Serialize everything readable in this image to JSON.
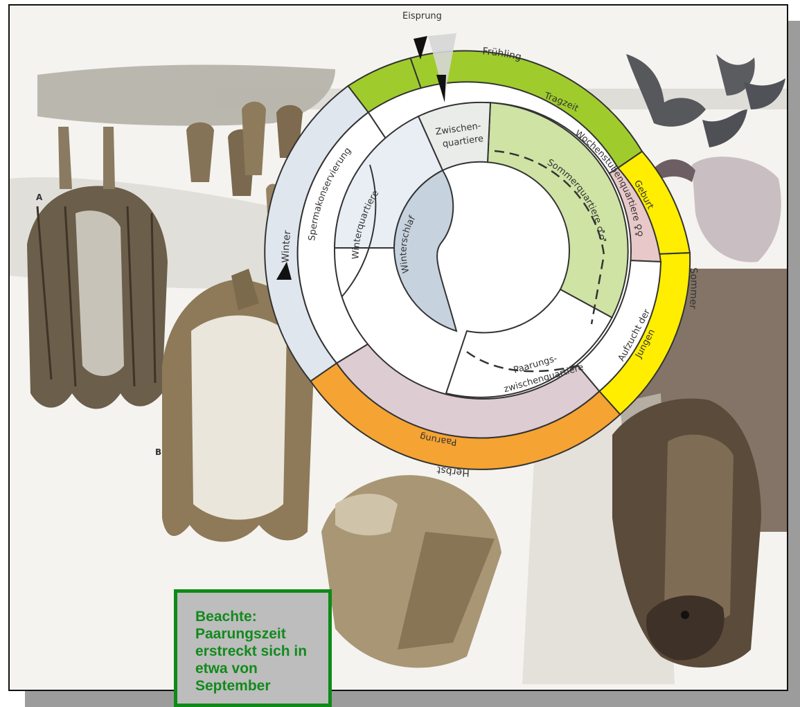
{
  "labels": {
    "ovulation": "Eisprung",
    "letter_a": "A",
    "letter_b": "B"
  },
  "seasons": {
    "spring": "Frühling",
    "summer": "Sommer",
    "autumn": "Herbst",
    "winter": "Winter"
  },
  "cycle": {
    "gestation": "Tragzeit",
    "birth": "Geburt",
    "rearing_line1": "Aufzucht der",
    "rearing_line2": "Jungen",
    "mating": "Paarung",
    "sperm_storage": "Spermakonservierung"
  },
  "roosts": {
    "transitional_line1": "Zwischen-",
    "transitional_line2": "quartiere",
    "maternity": "Wochenstubenquartiere ♀♀",
    "summer": "Sommerquartiere ♂♂",
    "winter": "Winterquartiere",
    "hibernation": "Winterschlaf",
    "mating_transitional_line1": "Paarungs-",
    "mating_transitional_line2": "zwischenquartiere"
  },
  "note": {
    "text": "Beachte: Paarungszeit erstreckt sich in etwa von September"
  },
  "colors": {
    "spring": "#9fcc2c",
    "summer": "#ffee00",
    "autumn": "#f5a333",
    "winter": "#dfe6ee",
    "mating": "#ddccd2",
    "green_light": "#cfe3a4",
    "hibernation": "#c6d2de",
    "note_border": "#0d8a17",
    "note_text": "#128a1c"
  }
}
